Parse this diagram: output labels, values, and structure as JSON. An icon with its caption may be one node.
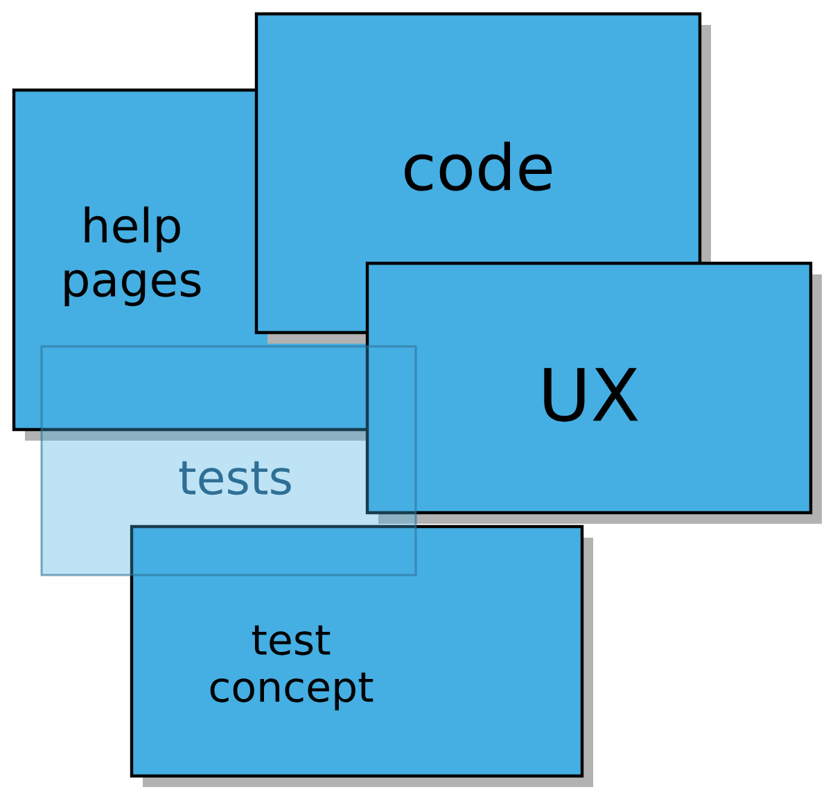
{
  "diagram": {
    "nodes": [
      {
        "text": [
          "help pages"
        ]
      },
      {
        "text": [
          "code"
        ]
      },
      {
        "text": [
          "tests"
        ]
      },
      {
        "text": [
          "UX"
        ]
      },
      {
        "text": [
          "test concept"
        ]
      }
    ]
  }
}
